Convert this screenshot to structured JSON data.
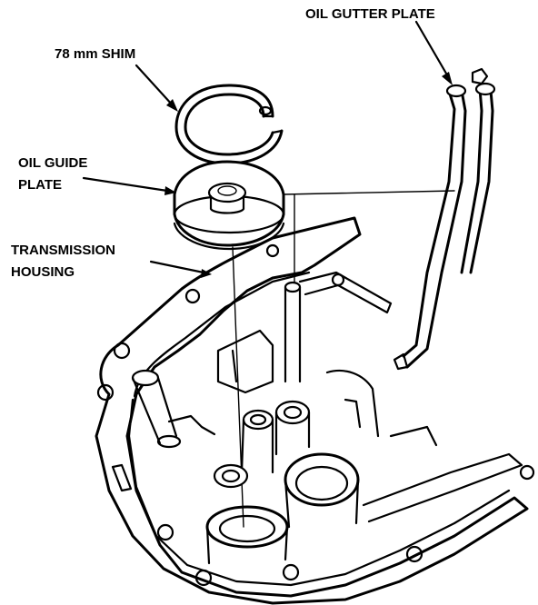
{
  "labels": {
    "oil_gutter_plate": "OIL GUTTER PLATE",
    "shim": "78 mm SHIM",
    "oil_guide_plate_line1": "OIL GUIDE",
    "oil_guide_plate_line2": "PLATE",
    "transmission_housing_line1": "TRANSMISSION",
    "transmission_housing_line2": "HOUSING"
  },
  "colors": {
    "ink": "#000000",
    "paper": "#ffffff"
  }
}
